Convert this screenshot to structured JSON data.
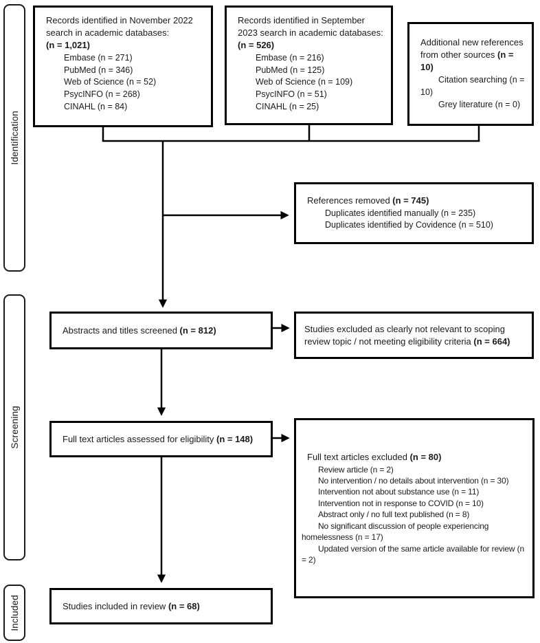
{
  "figure_type": "prisma-flow-diagram",
  "colors": {
    "line": "#000000",
    "text": "#1a1a1a",
    "background": "#ffffff"
  },
  "stages": {
    "identification": "Identification",
    "screening": "Screening",
    "included": "Included"
  },
  "boxes": {
    "search_nov2022": {
      "title": "Records identified in November 2022 search in academic databases:",
      "count": "(n = 1,021)",
      "items": [
        "Embase (n = 271)",
        "PubMed (n = 346)",
        "Web of Science (n = 52)",
        "PsycINFO (n = 268)",
        "CINAHL (n = 84)"
      ]
    },
    "search_sep2023": {
      "title": "Records identified in September 2023 search in academic databases:",
      "count": "(n = 526)",
      "items": [
        "Embase (n = 216)",
        "PubMed (n = 125)",
        "Web of Science (n = 109)",
        "PsycINFO (n = 51)",
        "CINAHL (n = 25)"
      ]
    },
    "additional_sources": {
      "title": "Additional new references from other sources",
      "count": "(n = 10)",
      "items": [
        "Citation searching (n = 10)",
        "Grey literature (n = 0)"
      ]
    },
    "references_removed": {
      "title": "References removed",
      "count": "(n = 745)",
      "items": [
        "Duplicates identified manually (n = 235)",
        "Duplicates identified by Covidence (n = 510)"
      ]
    },
    "abstracts_screened": {
      "title": "Abstracts and titles screened",
      "count": "(n = 812)"
    },
    "studies_excluded": {
      "title": "Studies excluded as clearly not relevant to scoping review topic / not meeting eligibility criteria",
      "count": "(n = 664)"
    },
    "fulltext_assessed": {
      "title": "Full text articles assessed for eligibility",
      "count": "(n = 148)"
    },
    "fulltext_excluded": {
      "title": "Full text articles excluded",
      "count": "(n = 80)",
      "items": [
        "Review article (n = 2)",
        "No intervention / no details about intervention (n = 30)",
        "Intervention not about substance use (n = 11)",
        "Intervention not in response to COVID (n = 10)",
        "Abstract only / no full text published (n = 8)",
        "No significant discussion of people experiencing homelessness (n = 17)",
        "Updated version of the same article available for review (n = 2)"
      ]
    },
    "included_studies": {
      "title": "Studies included in review",
      "count": "(n = 68)"
    }
  }
}
